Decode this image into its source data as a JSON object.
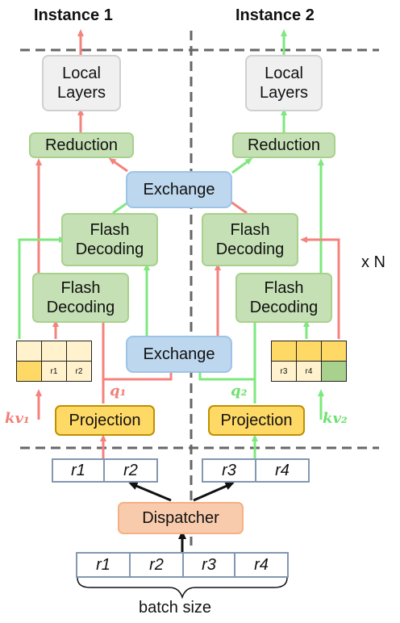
{
  "instance_1": {
    "title": "Instance 1",
    "local_layers": "Local\nLayers",
    "reduction": "Reduction",
    "flash_top": "Flash\nDecoding",
    "flash_bottom": "Flash\nDecoding",
    "projection": "Projection",
    "kv_label": "kv₁",
    "q_label": "q₁",
    "kv_cells": [
      "r1",
      "r2"
    ],
    "batch": [
      "r1",
      "r2"
    ]
  },
  "instance_2": {
    "title": "Instance 2",
    "local_layers": "Local\nLayers",
    "reduction": "Reduction",
    "flash_top": "Flash\nDecoding",
    "flash_bottom": "Flash\nDecoding",
    "projection": "Projection",
    "kv_label": "kv₂",
    "q_label": "q₂",
    "kv_cells": [
      "r3",
      "r4"
    ],
    "batch": [
      "r3",
      "r4"
    ]
  },
  "exchange_top": "Exchange",
  "exchange_bottom": "Exchange",
  "repeat_label": "x N",
  "dispatcher": "Dispatcher",
  "full_batch": [
    "r1",
    "r2",
    "r3",
    "r4"
  ],
  "batch_size_label": "batch size",
  "colors": {
    "red_arrow": "#f4827d",
    "green_arrow": "#7ee87e",
    "divider": "#666666",
    "kv_red_text": "#f28079",
    "kv_green_text": "#6fe06f"
  }
}
